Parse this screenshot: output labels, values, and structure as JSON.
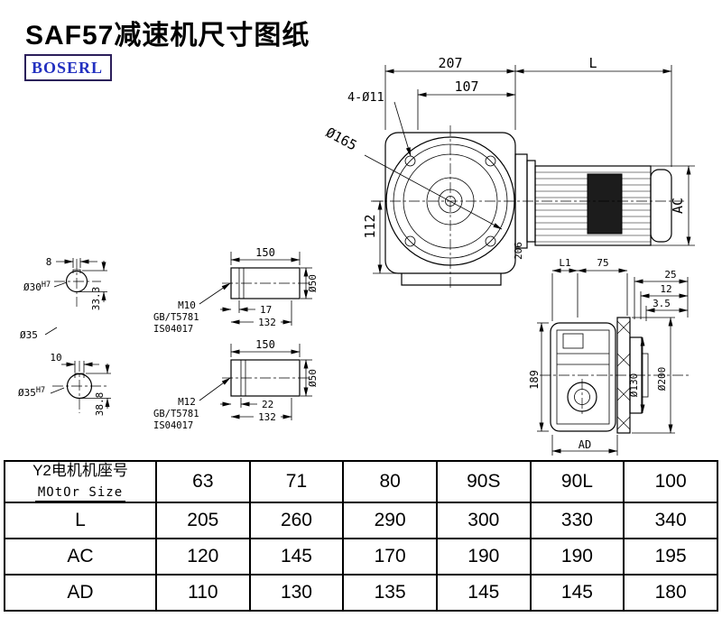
{
  "page": {
    "title": "SAF57减速机尺寸图纸",
    "logo_text": "BOSERL"
  },
  "drawing": {
    "main": {
      "w207": "207",
      "L": "L",
      "w107": "107",
      "bolt": "4-Ø11",
      "d165": "Ø165",
      "h112": "112",
      "AC": "AC",
      "d206": "206"
    },
    "end1": {
      "kw": "8",
      "bore": "Ø30",
      "tol": "H7",
      "kh": "33.3"
    },
    "d35": "Ø35",
    "end2": {
      "kw": "10",
      "bore": "Ø35",
      "tol": "H7",
      "kh": "38.8"
    },
    "shaft1": {
      "len": "150",
      "thread": "M10",
      "std1": "GB/T5781",
      "std2": "IS04017",
      "l17": "17",
      "l132": "132",
      "dia": "Ø50"
    },
    "shaft2": {
      "len": "150",
      "thread": "M12",
      "std1": "GB/T5781",
      "std2": "IS04017",
      "l22": "22",
      "l132": "132",
      "dia": "Ø50"
    },
    "side": {
      "L1": "L1",
      "w75": "75",
      "s25": "25",
      "s12": "12",
      "s35": "3.5",
      "h189": "189",
      "d130": "Ø130",
      "d200": "Ø200",
      "AD": "AD"
    }
  },
  "table": {
    "header": {
      "line1": "Y2电机机座号",
      "line2": "MOtOr Size"
    },
    "columns": [
      "63",
      "71",
      "80",
      "90S",
      "90L",
      "100"
    ],
    "rows": [
      {
        "label": "L",
        "values": [
          "205",
          "260",
          "290",
          "300",
          "330",
          "340"
        ]
      },
      {
        "label": "AC",
        "values": [
          "120",
          "145",
          "170",
          "190",
          "190",
          "195"
        ]
      },
      {
        "label": "AD",
        "values": [
          "110",
          "130",
          "135",
          "145",
          "145",
          "180"
        ]
      }
    ]
  }
}
